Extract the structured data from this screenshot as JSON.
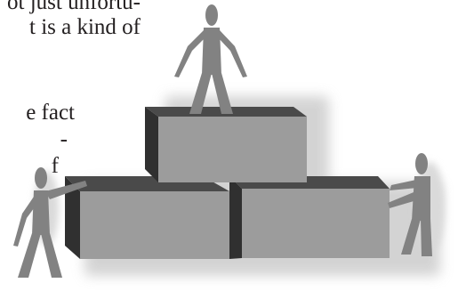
{
  "text_fragments": [
    "ot just unfortu-",
    "t is a kind of",
    "e fact",
    "-",
    "f"
  ],
  "illustration": {
    "subject": "three human figures building a pyramid of three gray blocks",
    "colors": {
      "block_front": "#9c9c9c",
      "block_side": "#303030",
      "block_top": "#4a4a4a",
      "figure": "#828282",
      "shadow": "#cfcfcf"
    }
  }
}
